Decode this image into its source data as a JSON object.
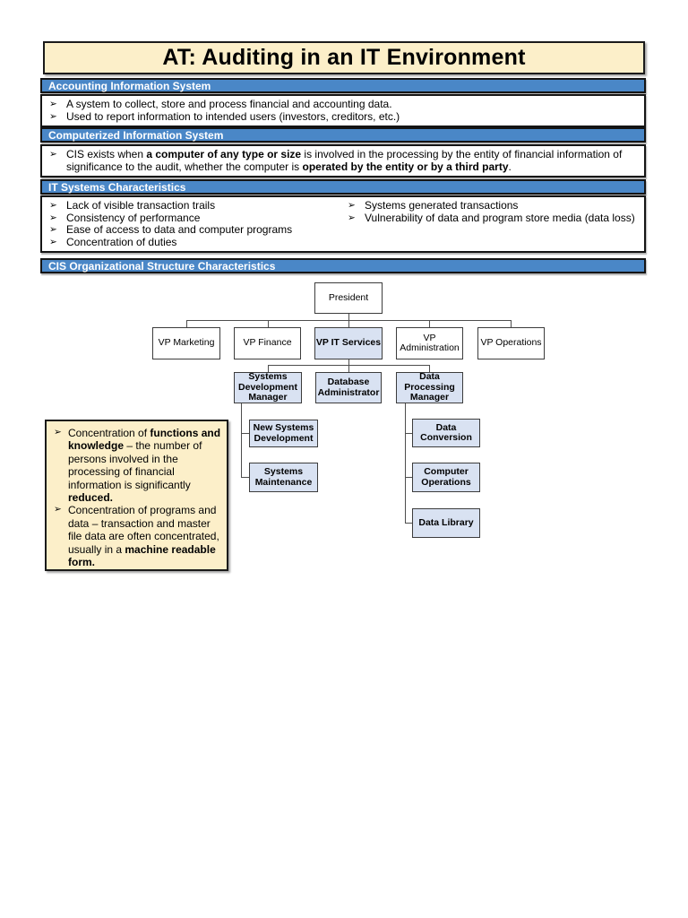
{
  "theme": {
    "header_blue": "#4a87c7",
    "cream": "#fcefc9",
    "node_blue": "#d9e2f2",
    "line_gray": "#4d4d4d"
  },
  "glyphs": {
    "bullet": "➢"
  },
  "title": "AT: Auditing in an IT Environment",
  "sections": [
    {
      "heading": "Accounting Information System",
      "items": [
        [
          {
            "t": "A system to collect, store and process financial and accounting data."
          }
        ],
        [
          {
            "t": "Used to report information to intended users (investors, creditors, etc.)"
          }
        ]
      ]
    },
    {
      "heading": "Computerized Information System",
      "items": [
        [
          {
            "t": "CIS exists when "
          },
          {
            "t": "a computer of any type or size",
            "b": true
          },
          {
            "t": " is involved in the processing by the entity of financial information of significance to the audit, whether the computer is "
          },
          {
            "t": "operated by the entity or by a third party",
            "b": true
          },
          {
            "t": "."
          }
        ]
      ]
    },
    {
      "heading": "IT Systems Characteristics",
      "items_left": [
        [
          {
            "t": "Lack of visible transaction trails"
          }
        ],
        [
          {
            "t": "Consistency of performance"
          }
        ],
        [
          {
            "t": "Ease of access to data and computer programs"
          }
        ],
        [
          {
            "t": "Concentration of duties"
          }
        ]
      ],
      "items_right": [
        [
          {
            "t": "Systems generated transactions"
          }
        ],
        [
          {
            "t": "Vulnerability of data and program store media (data loss)"
          }
        ]
      ]
    },
    {
      "heading": "CIS Organizational Structure Characteristics"
    }
  ],
  "orgchart": {
    "nodes": {
      "president": "President",
      "vp_marketing": "VP Marketing",
      "vp_finance": "VP Finance",
      "vp_it_services": "VP IT Services",
      "vp_administration": "VP Administration",
      "vp_operations": "VP Operations",
      "systems_development_manager": "Systems Development Manager",
      "database_administrator": "Database Administrator",
      "data_processing_manager": "Data Processing Manager",
      "new_systems_development": "New Systems Development",
      "systems_maintenance": "Systems Maintenance",
      "data_conversion": "Data Conversion",
      "computer_operations": "Computer Operations",
      "data_library": "Data Library"
    }
  },
  "note": {
    "items": [
      [
        {
          "t": "Concentration of "
        },
        {
          "t": "functions and knowledge",
          "b": true
        },
        {
          "t": " – the number of persons involved in the processing of financial information is significantly "
        },
        {
          "t": "reduced.",
          "b": true
        }
      ],
      [
        {
          "t": "Concentration of programs and data – transaction and master file data are often concentrated, usually in a "
        },
        {
          "t": "machine readable form.",
          "b": true
        }
      ]
    ]
  }
}
